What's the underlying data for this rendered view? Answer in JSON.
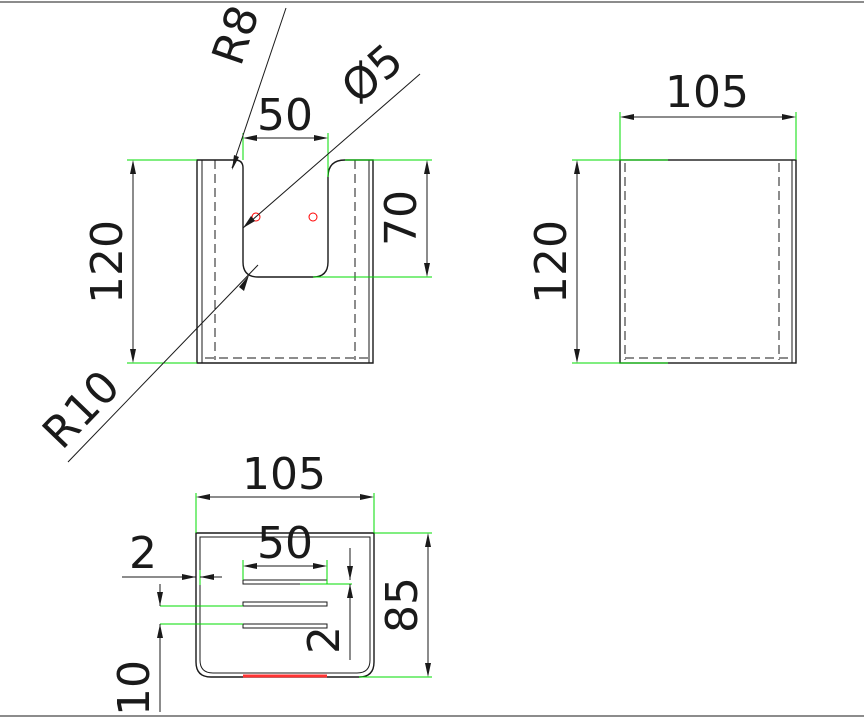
{
  "front_view": {
    "dims": {
      "radius_top": "R8",
      "diameter": "Ø5",
      "slot_width": "50",
      "height": "120",
      "slot_depth": "70",
      "radius_bottom": "R10"
    }
  },
  "side_view": {
    "dims": {
      "width": "105",
      "height": "120"
    }
  },
  "top_view": {
    "dims": {
      "width": "105",
      "slot_width": "50",
      "wall": "2",
      "depth": "85",
      "slot_gap": "2",
      "offset": "10"
    }
  },
  "colors": {
    "object": "#1a1a1a",
    "extension": "#00dd00",
    "center_mark": "#ff0000"
  }
}
